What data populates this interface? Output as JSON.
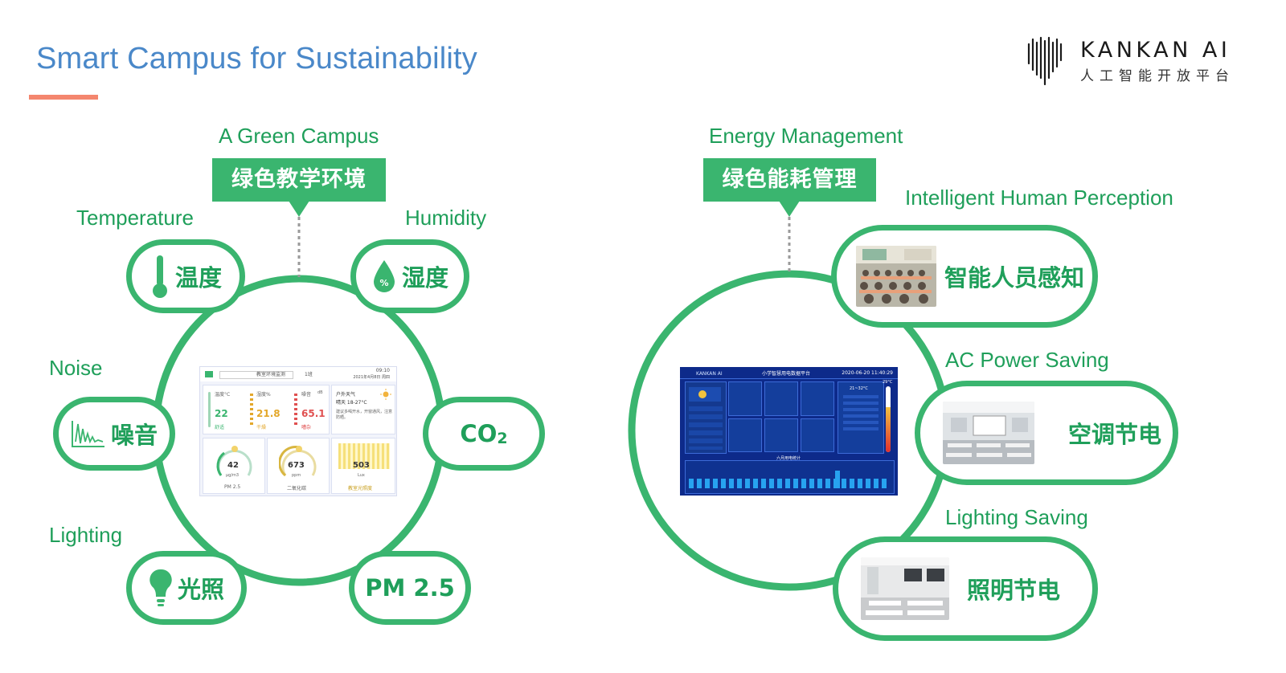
{
  "slide": {
    "title": "Smart Campus for Sustainability",
    "accent_color": "#f4866e",
    "title_color": "#4a88c9",
    "green": "#3ab56f"
  },
  "logo": {
    "word": "KANKAN AI",
    "subtitle": "人工智能开放平台"
  },
  "green_campus": {
    "heading": "A Green Campus",
    "banner": "绿色教学环境",
    "labels": {
      "temperature": "Temperature",
      "humidity": "Humidity",
      "noise": "Noise",
      "lighting": "Lighting"
    },
    "nodes": {
      "temperature": "温度",
      "humidity": "湿度",
      "noise": "噪音",
      "co2": "CO",
      "co2_sub": "2",
      "lighting": "光照",
      "pm25": "PM 2.5"
    },
    "monitor": {
      "top_title": "教室环境监测",
      "top_room": "1班",
      "top_time": "09:10",
      "top_date": "2021年4月8日 周四",
      "temp_label": "温度°C",
      "temp_value": "22",
      "temp_state": "舒适",
      "hum_label": "湿度%",
      "hum_value": "21.8",
      "hum_state": "干燥",
      "noise_label": "噪音",
      "noise_unit": "dB",
      "noise_value": "65.1",
      "noise_state": "嘈杂",
      "weather_label": "户外天气",
      "weather_value": "晴天 18-27°C",
      "advice": "建议多喝开水，开窗通风，注意防晒。",
      "pm_value": "42",
      "pm_unit": "μg/m3",
      "pm_label": "PM 2.5",
      "co2_value": "673",
      "co2_unit": "ppm",
      "co2_label": "二氧化碳",
      "lux_value": "503",
      "lux_unit": "Lux",
      "lux_label": "教室光照度"
    }
  },
  "energy": {
    "heading": "Energy Management",
    "banner": "绿色能耗管理",
    "labels": {
      "human": "Intelligent Human Perception",
      "ac": "AC Power Saving",
      "lighting": "Lighting Saving"
    },
    "nodes": {
      "human": "智能人员感知",
      "ac": "空调节电",
      "lighting": "照明节电"
    },
    "dashboard": {
      "brand": "KANKAN AI",
      "title": "小学智慧用电数据平台",
      "datetime": "2020-06-20 11:40:29",
      "temp_range": "21~32°C",
      "temp_max": "29°C",
      "chart_title": "六月用电统计"
    }
  }
}
